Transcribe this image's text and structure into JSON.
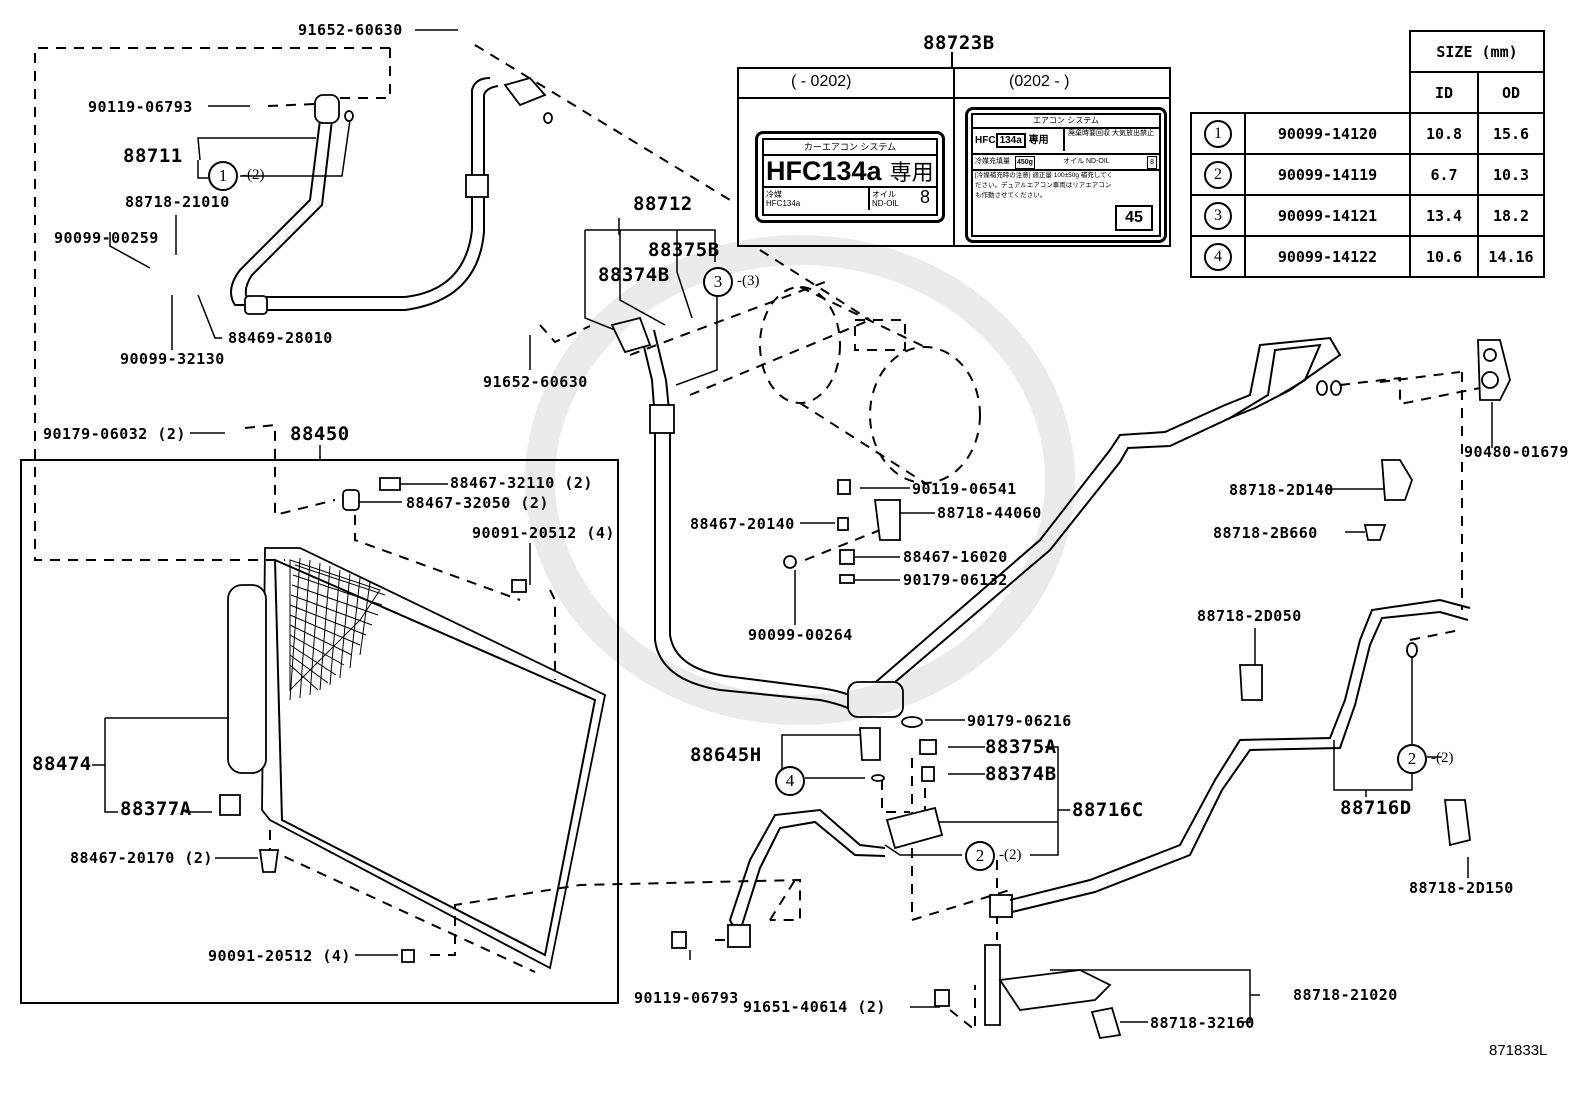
{
  "diagram": {
    "title": "Air Conditioner Tube & Hose Assembly Parts Diagram",
    "ref_code": "871833L",
    "labels": {
      "p91652_60630_top": "91652-60630",
      "p90119_06793_top": "90119-06793",
      "p88711": "88711",
      "p88711_qty": "-(2)",
      "p88718_21010": "88718-21010",
      "p90099_00259": "90099-00259",
      "p88469_28010": "88469-28010",
      "p90099_32130": "90099-32130",
      "p88712": "88712",
      "p88375B": "88375B",
      "p88374B_top": "88374B",
      "p88712_qty": "-(3)",
      "p91652_60630_mid": "91652-60630",
      "p88723B": "88723B",
      "p90179_06032": "90179-06032 (2)",
      "p88450": "88450",
      "p88467_32110": "88467-32110 (2)",
      "p88467_32050": "88467-32050 (2)",
      "p90091_20512_top": "90091-20512 (4)",
      "p88474": "88474",
      "p88377A": "88377A",
      "p88467_20170": "88467-20170 (2)",
      "p90091_20512_bot": "90091-20512 (4)",
      "p90119_06541": "90119-06541",
      "p88467_20140": "88467-20140",
      "p88718_44060": "88718-44060",
      "p88467_16020": "88467-16020",
      "p90179_06132": "90179-06132",
      "p90099_00264": "90099-00264",
      "p90179_06216": "90179-06216",
      "p88645H": "88645H",
      "p88375A": "88375A",
      "p88374B_bot": "88374B",
      "p88716C": "88716C",
      "p88716C_qty": "-(2)",
      "p90119_06793_bot": "90119-06793",
      "p91651_40614": "91651-40614 (2)",
      "p88718_21020": "88718-21020",
      "p88718_32160": "88718-32160",
      "p90480_01679": "90480-01679",
      "p88718_2D140": "88718-2D140",
      "p88718_2B660": "88718-2B660",
      "p88718_2D050": "88718-2D050",
      "p88716D": "88716D",
      "p88716D_qty": "-(2)",
      "p88718_2D150": "88718-2D150"
    },
    "callouts": {
      "c1": "1",
      "c2a": "2",
      "c2b": "2",
      "c3": "3",
      "c4": "4"
    }
  },
  "label_88723B": {
    "left_range": "(      - 0202)",
    "right_range": "(0202 -      )",
    "left_sticker": {
      "header": "カーエアコン システム",
      "main": "HFC134a",
      "main_jp": "専用",
      "refrigerant_label": "冷媒",
      "refrigerant": "HFC134a",
      "oil_label": "オイル",
      "oil": "ND-OIL",
      "oil_no": "8"
    },
    "right_sticker": {
      "header": "エアコン システム",
      "hfc_prefix": "HFC",
      "hfc_box": "134a",
      "hfc_suffix": "専用",
      "warning": "廃棄時要回収 大気放出禁止",
      "charge_label": "冷媒充填量",
      "charge": "450g",
      "oil": "オイル ND-OIL",
      "oil_no": "8",
      "note": "[冷媒補充時の注意] 適正量 100±50g 補充してください。デュアルエアコン車両はリアエアコンも作動させてください。",
      "code": "45"
    }
  },
  "size_table": {
    "header": "SIZE (mm)",
    "col_id": "ID",
    "col_od": "OD",
    "rows": [
      {
        "idx": "1",
        "part": "90099-14120",
        "id": "10.8",
        "od": "15.6"
      },
      {
        "idx": "2",
        "part": "90099-14119",
        "id": "6.7",
        "od": "10.3"
      },
      {
        "idx": "3",
        "part": "90099-14121",
        "id": "13.4",
        "od": "18.2"
      },
      {
        "idx": "4",
        "part": "90099-14122",
        "id": "10.6",
        "od": "14.16"
      }
    ]
  }
}
